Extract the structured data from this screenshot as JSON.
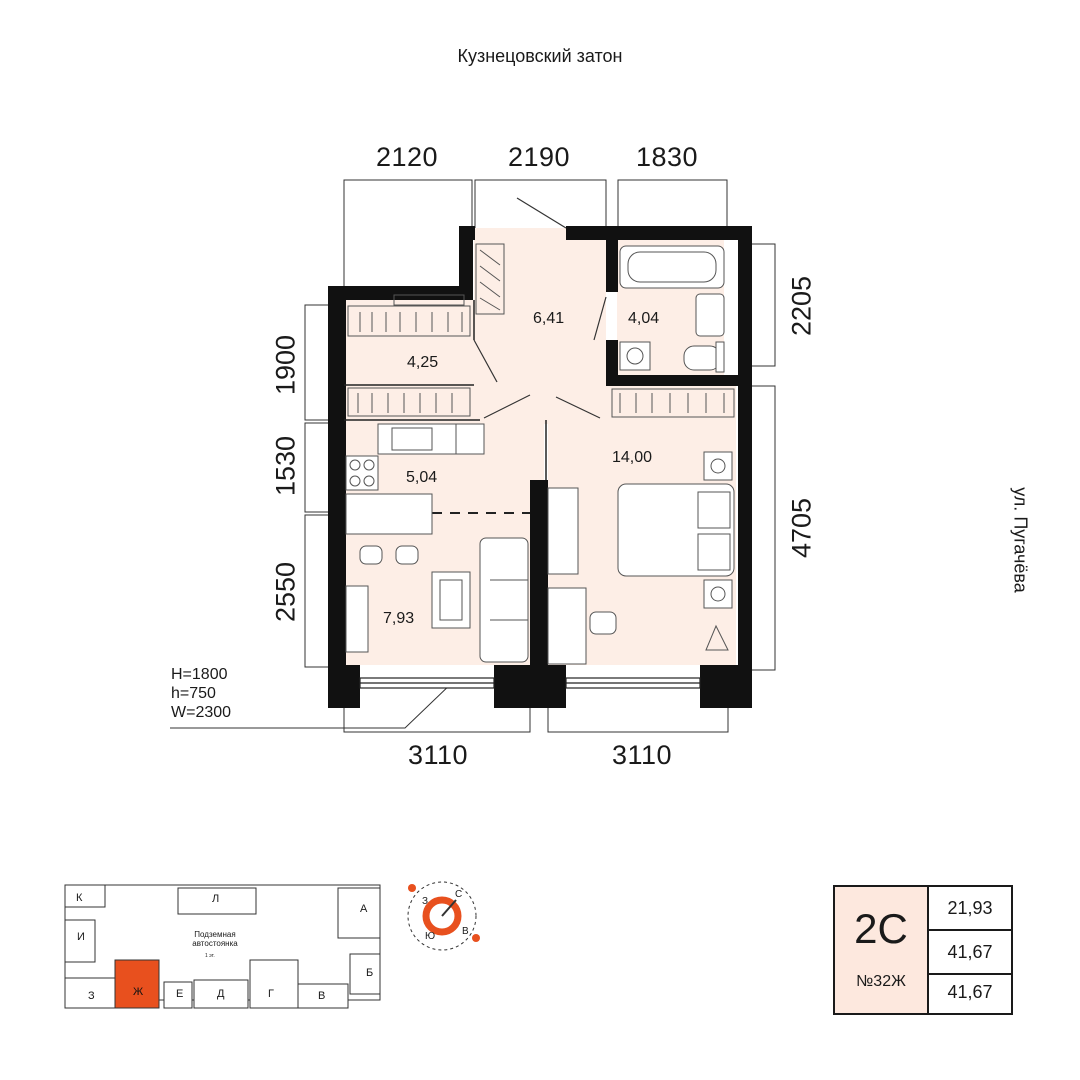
{
  "street_top": "Кузнецовский затон",
  "street_right": "ул. Пугачёва",
  "dimensions": {
    "top": [
      "2120",
      "2190",
      "1830"
    ],
    "left": [
      "1900",
      "1530",
      "2550"
    ],
    "right": [
      "2205",
      "4705"
    ],
    "bottom": [
      "3110",
      "3110"
    ]
  },
  "window_info": [
    "H=1800",
    "h=750",
    "W=2300"
  ],
  "rooms": {
    "hall": "6,41",
    "bathroom": "4,04",
    "wardrobe": "4,25",
    "kitchen": "5,04",
    "living": "7,93",
    "bedroom": "14,00"
  },
  "site_plan": {
    "sections": [
      "К",
      "Л",
      "А",
      "И",
      "Б",
      "З",
      "Ж",
      "Е",
      "Д",
      "Г",
      "В"
    ],
    "parking_label": "Подземная автостоянка",
    "parking_sub": "1 эт.",
    "highlight_color": "#e8501e"
  },
  "compass": [
    "С",
    "В",
    "Ю",
    "З"
  ],
  "apartment": {
    "type": "2С",
    "number": "№32Ж",
    "areas": [
      "21,93",
      "41,67",
      "41,67"
    ]
  },
  "colors": {
    "floor": "#fdeee6",
    "wall": "#111111",
    "accent": "#e8501e"
  }
}
